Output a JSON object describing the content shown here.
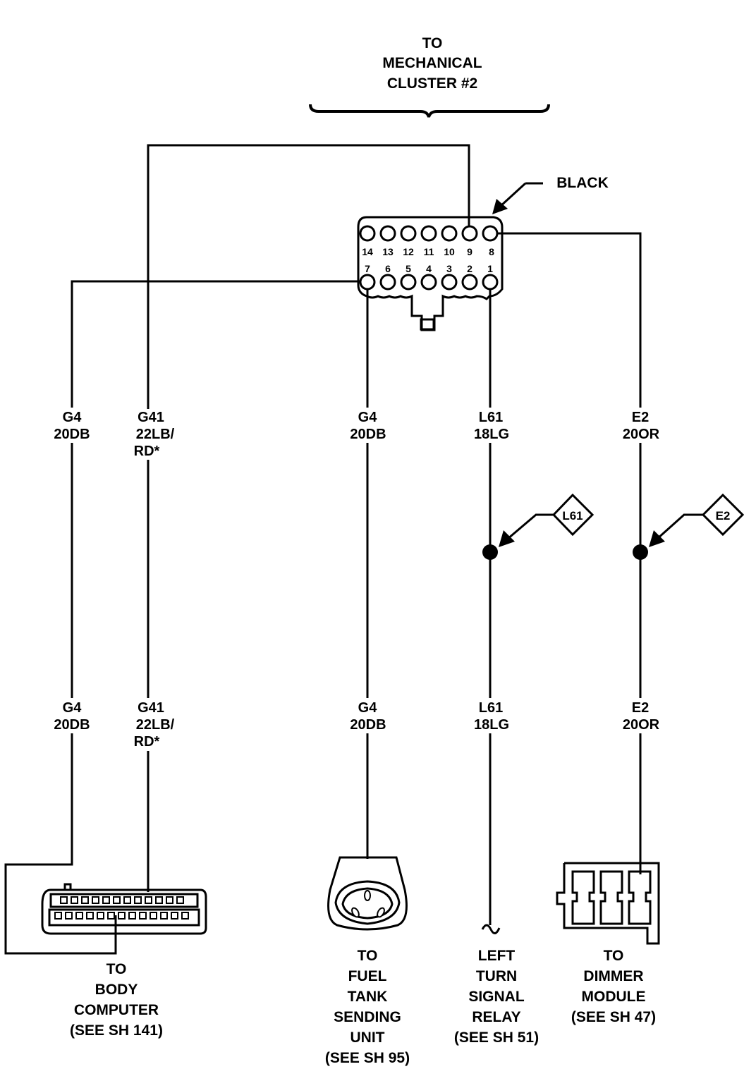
{
  "header": {
    "lines": [
      "TO",
      "MECHANICAL",
      "CLUSTER #2"
    ]
  },
  "connector": {
    "color_label": "BLACK",
    "top_row_pins": [
      "14",
      "13",
      "12",
      "11",
      "10",
      "9",
      "8"
    ],
    "bottom_row_pins": [
      "7",
      "6",
      "5",
      "4",
      "3",
      "2",
      "1"
    ]
  },
  "wires": [
    {
      "circuit": "G4",
      "gauge_color": "20DB",
      "extra": ""
    },
    {
      "circuit": "G41",
      "gauge_color": "22LB/",
      "extra": "RD*"
    },
    {
      "circuit": "G4",
      "gauge_color": "20DB",
      "extra": ""
    },
    {
      "circuit": "L61",
      "gauge_color": "18LG",
      "extra": ""
    },
    {
      "circuit": "E2",
      "gauge_color": "20OR",
      "extra": ""
    }
  ],
  "splices": [
    {
      "label": "L61"
    },
    {
      "label": "E2"
    }
  ],
  "destinations": [
    {
      "lines": [
        "TO",
        "BODY",
        "COMPUTER",
        "(SEE SH 141)"
      ]
    },
    {
      "lines": [
        "TO",
        "FUEL",
        "TANK",
        "SENDING",
        "UNIT",
        "(SEE SH 95)"
      ]
    },
    {
      "lines": [
        "LEFT",
        "TURN",
        "SIGNAL",
        "RELAY",
        "(SEE SH 51)"
      ]
    },
    {
      "lines": [
        "TO",
        "DIMMER",
        "MODULE",
        "(SEE SH 47)"
      ]
    }
  ]
}
